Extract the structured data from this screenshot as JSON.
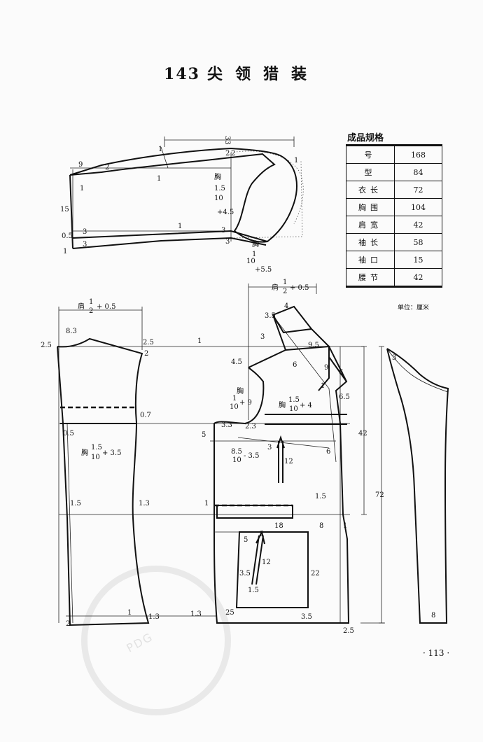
{
  "title": {
    "number": "143",
    "text": "尖领猎装"
  },
  "spec_table": {
    "title": "成品规格",
    "rows": [
      {
        "label": "号",
        "value": "168"
      },
      {
        "label": "型",
        "value": "84"
      },
      {
        "label": "衣长",
        "value": "72"
      },
      {
        "label": "胸围",
        "value": "104"
      },
      {
        "label": "肩宽",
        "value": "42"
      },
      {
        "label": "袖长",
        "value": "58"
      },
      {
        "label": "袖口",
        "value": "15"
      },
      {
        "label": "腰节",
        "value": "42"
      }
    ],
    "unit": "单位：厘米"
  },
  "page_number": "· 113 ·",
  "watermark": {
    "text": "PDG"
  },
  "sleeve_labels": {
    "len": "33",
    "top1": "1",
    "top2": "1",
    "mid1": "1",
    "v2a": "2",
    "v2b": "2",
    "l9": "9",
    "l2": "2",
    "l1": "1",
    "l15": "15",
    "l05": "0.5",
    "l1b": "1",
    "l3a": "3",
    "l3b": "3",
    "l3c": "3",
    "l3d": "3",
    "l1c": "1",
    "chest1": "胸",
    "f1a": "1.5",
    "f1b": "10",
    "f1c": "+4.5",
    "chest2": "胸",
    "f2a": "1",
    "f2b": "10",
    "f2c": "+5.5"
  },
  "back_labels": {
    "shoulder": "肩",
    "half_n": "1",
    "half_d": "2",
    "plus": "+ 0.5",
    "l83": "8.3",
    "l25a": "2.5",
    "l25b": "2.5",
    "l2a": "2",
    "l07": "0.7",
    "l05": "0.5",
    "chest": "胸",
    "fa": "1.5",
    "fb": "10",
    "fc": "+ 3.5",
    "l15": "1.5",
    "l13": "1.3",
    "l2b": "2",
    "l1": "1",
    "l13b": "1.3",
    "l1top": "1"
  },
  "front_labels": {
    "shoulder": "肩",
    "half_n": "1",
    "half_d": "2",
    "plus": "+ 0.5",
    "l35": "3.5",
    "l4": "4",
    "l3": "3",
    "l95": "9.5",
    "l45": "4.5",
    "l6a": "6",
    "l9": "9",
    "l6b": "6",
    "l1": "1",
    "l65": "6.5",
    "chest1": "胸",
    "c1a": "1",
    "c1b": "10",
    "c1c": "+ 9",
    "chest2": "胸",
    "c2a": "1.5",
    "c2b": "10",
    "c2c": "+ 4",
    "l33": "3.3",
    "l23": "2.3",
    "l5": "5",
    "c3a": "8.5",
    "c3b": "10",
    "c3c": "- 3.5",
    "l3b": "3",
    "l12a": "12",
    "l6c": "6",
    "l42": "42",
    "l72": "72",
    "l15": "1.5",
    "l1b": "1",
    "l18": "18",
    "l8": "8",
    "l1c": "1",
    "p5": "5",
    "p2": "2",
    "p12": "12",
    "p35": "3.5",
    "p15": "1.5",
    "p22": "22",
    "l13": "1.3",
    "l25": "25",
    "l35b": "3.5",
    "l25b": "2.5"
  },
  "collar_labels": {
    "l3": "3",
    "l8": "8"
  }
}
